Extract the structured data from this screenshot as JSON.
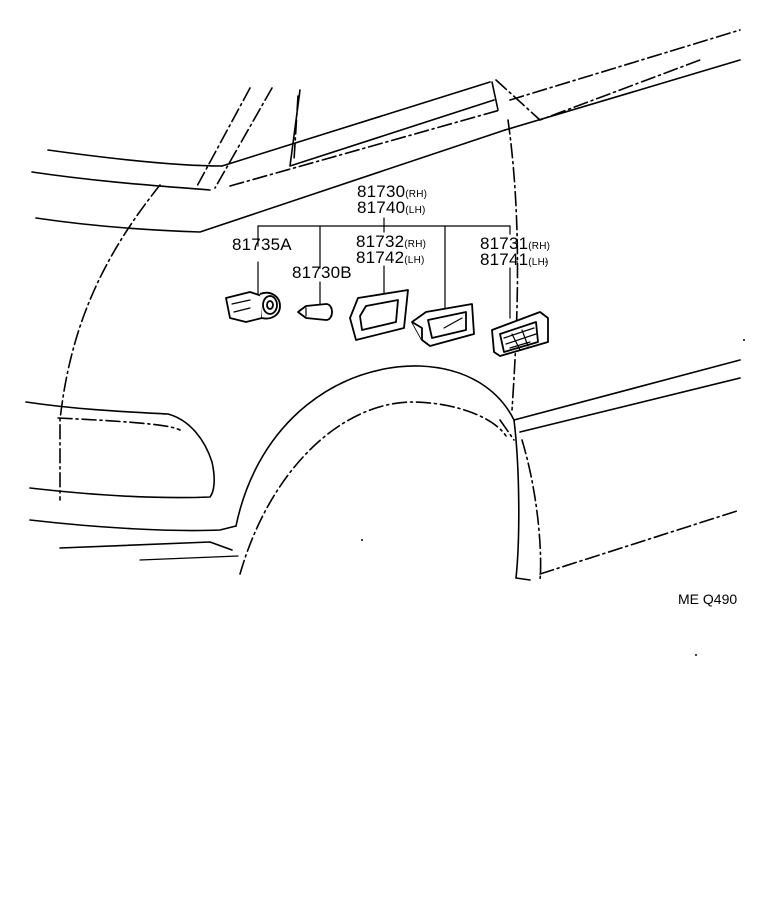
{
  "parts": {
    "assy_rh": "81730",
    "assy_rh_side": "(RH)",
    "assy_lh": "81740",
    "assy_lh_side": "(LH)",
    "socket": "81735A",
    "bulb": "81730B",
    "housing_rh": "81732",
    "housing_rh_side": "(RH)",
    "housing_lh": "81742",
    "housing_lh_side": "(LH)",
    "lens_rh": "81731",
    "lens_rh_side": "(RH)",
    "lens_lh": "81741",
    "lens_lh_side": "(LH)"
  },
  "illustration_code": "ME Q490",
  "icons": [
    "bulb-socket-icon",
    "wedge-bulb-icon",
    "lamp-gasket-icon",
    "lamp-housing-icon",
    "lamp-lens-icon"
  ]
}
